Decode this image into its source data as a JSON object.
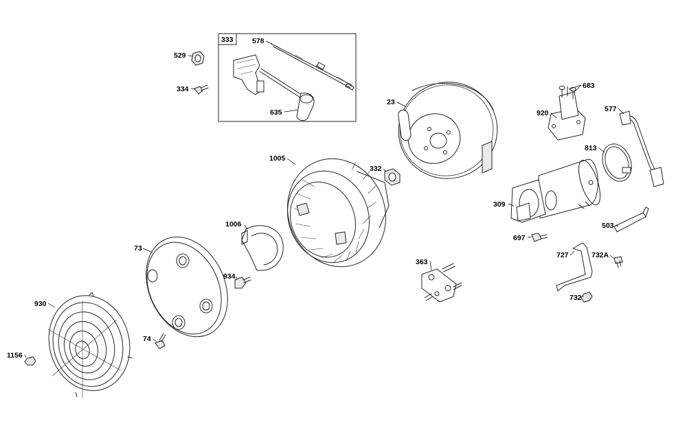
{
  "callouts": [
    {
      "id": "c333",
      "text": "333"
    },
    {
      "id": "c578",
      "text": "578"
    },
    {
      "id": "c529",
      "text": "529"
    },
    {
      "id": "c334",
      "text": "334"
    },
    {
      "id": "c635",
      "text": "635"
    },
    {
      "id": "c23",
      "text": "23"
    },
    {
      "id": "c683",
      "text": "683"
    },
    {
      "id": "c920",
      "text": "920"
    },
    {
      "id": "c577",
      "text": "577"
    },
    {
      "id": "c813",
      "text": "813"
    },
    {
      "id": "c1005",
      "text": "1005"
    },
    {
      "id": "c332",
      "text": "332"
    },
    {
      "id": "c309",
      "text": "309"
    },
    {
      "id": "c1006",
      "text": "1006"
    },
    {
      "id": "c503",
      "text": "503"
    },
    {
      "id": "c697",
      "text": "697"
    },
    {
      "id": "c73",
      "text": "73"
    },
    {
      "id": "c363",
      "text": "363"
    },
    {
      "id": "c727",
      "text": "727"
    },
    {
      "id": "c732A",
      "text": "732A"
    },
    {
      "id": "c934",
      "text": "934"
    },
    {
      "id": "c930",
      "text": "930"
    },
    {
      "id": "c732",
      "text": "732"
    },
    {
      "id": "c74",
      "text": "74"
    },
    {
      "id": "c1156",
      "text": "1156"
    }
  ]
}
